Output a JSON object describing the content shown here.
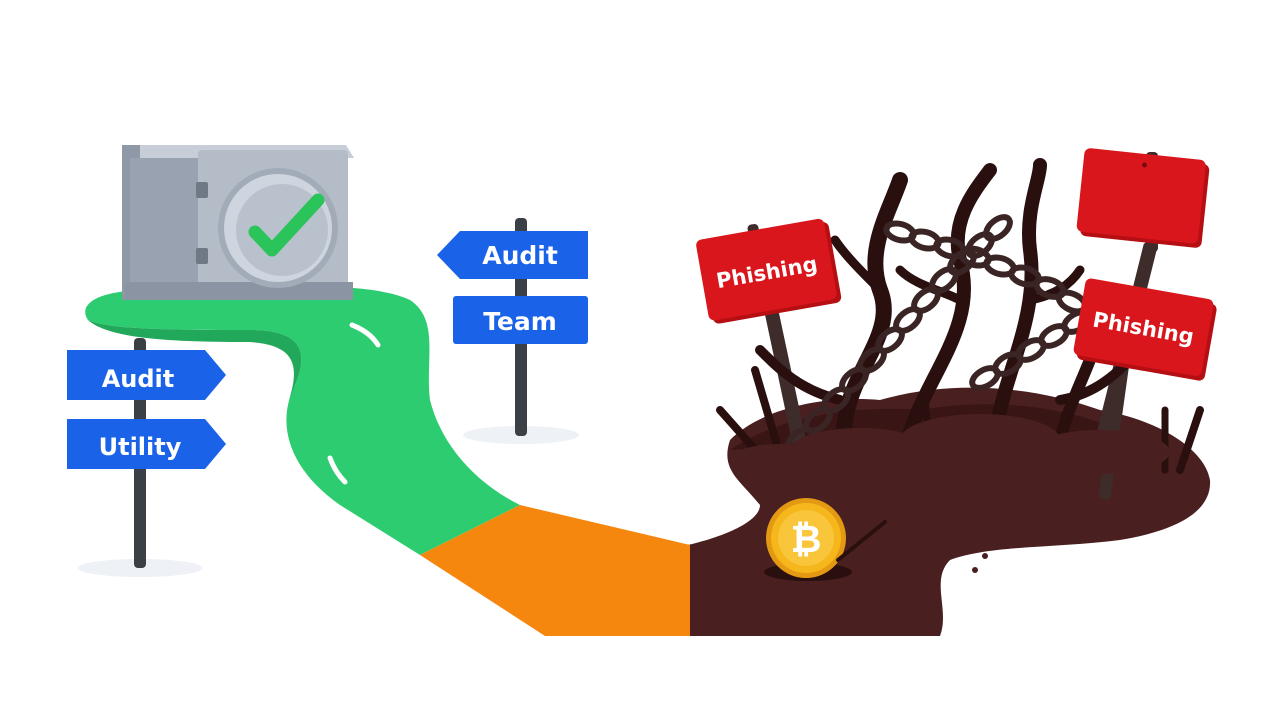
{
  "colors": {
    "background": "#ffffff",
    "safe_path": "#2ecc71",
    "caution_path": "#f5870f",
    "danger_ground": "#4a1f1f",
    "blue_sign": "#1a63e8",
    "red_sign": "#d9161c",
    "vault": "#a7b0bd",
    "checkmark": "#2bc45a",
    "coin": "#f6b71d"
  },
  "left_signpost": {
    "top": "Audit",
    "bottom": "Utility"
  },
  "middle_signpost": {
    "top": "Audit",
    "bottom": "Team"
  },
  "red_signs": [
    "Phishing",
    "Phishing"
  ],
  "icons": {
    "vault": "vault-safe-icon",
    "check": "checkmark-icon",
    "coin": "bitcoin-coin-icon",
    "chains": "broken-chain-icon"
  },
  "coin_symbol": "₿"
}
